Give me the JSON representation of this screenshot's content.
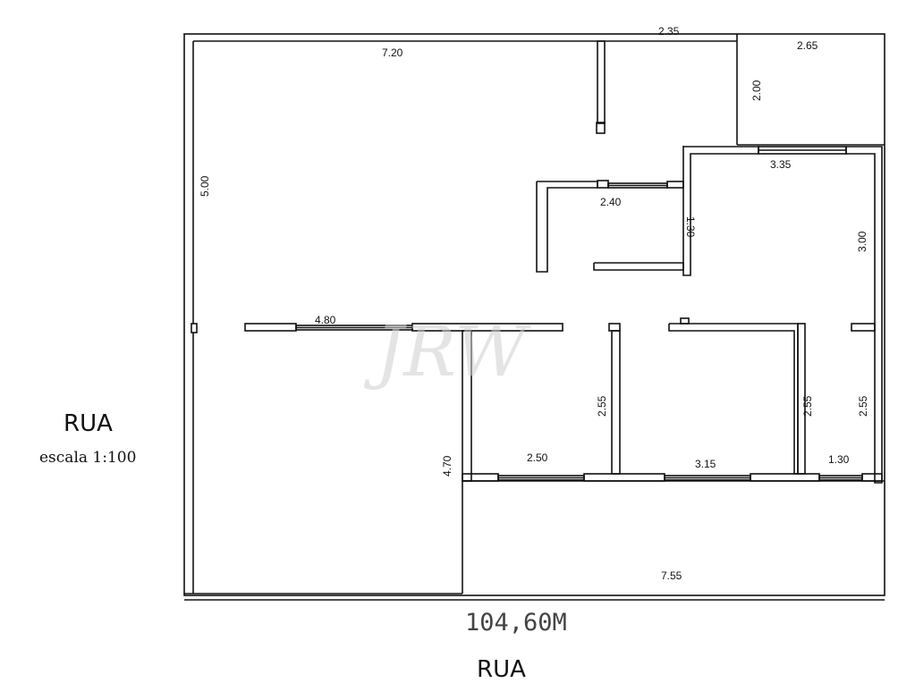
{
  "labels": {
    "street_left": "RUA",
    "scale": "escala 1:100",
    "area": "104,60M",
    "street_bottom": "RUA",
    "watermark": "JRW"
  },
  "dimensions": {
    "d720": "7.20",
    "d235": "2.35",
    "d265": "2.65",
    "d200": "2.00",
    "d500": "5.00",
    "d335": "3.35",
    "d240": "2.40",
    "d130v": "1.30",
    "d300": "3.00",
    "d480": "4.80",
    "d255a": "2.55",
    "d255b": "2.55",
    "d255c": "2.55",
    "d470": "4.70",
    "d250": "2.50",
    "d315": "3.15",
    "d130h": "1.30",
    "d755": "7.55"
  },
  "colors": {
    "ink": "#111111",
    "watermark": "#cfcfcf"
  }
}
